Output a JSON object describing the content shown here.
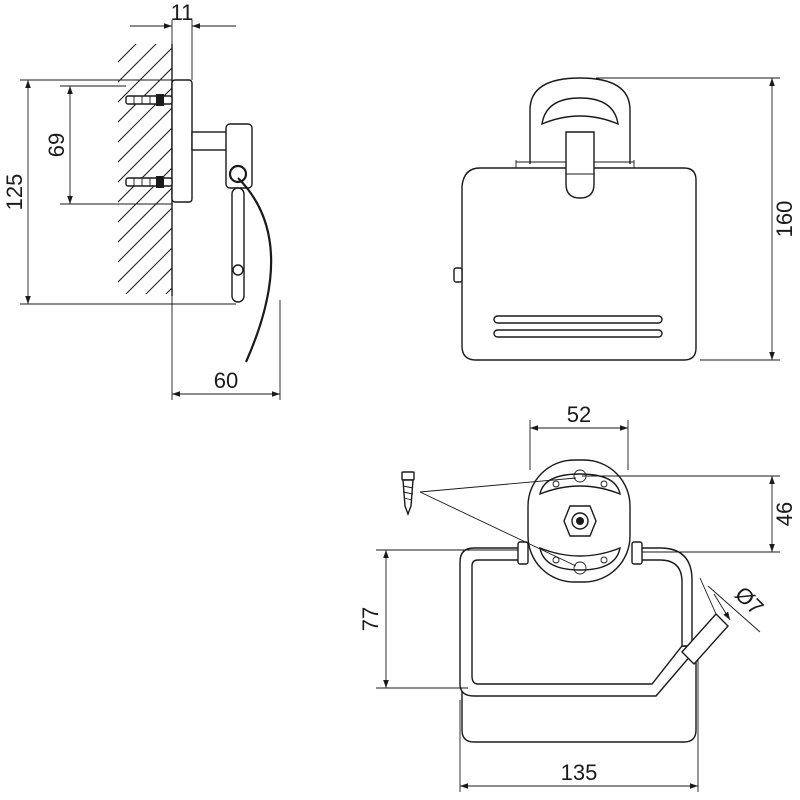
{
  "dimensions": {
    "side_wall_thickness": "11",
    "side_total_height": "125",
    "side_screw_spacing": "69",
    "side_projection": "60",
    "front_height": "160",
    "bottom_plate_width": "52",
    "bottom_plate_height": "46",
    "bottom_arm_height": "77",
    "bottom_rod_diameter": "Ø7",
    "bottom_total_width": "135"
  }
}
